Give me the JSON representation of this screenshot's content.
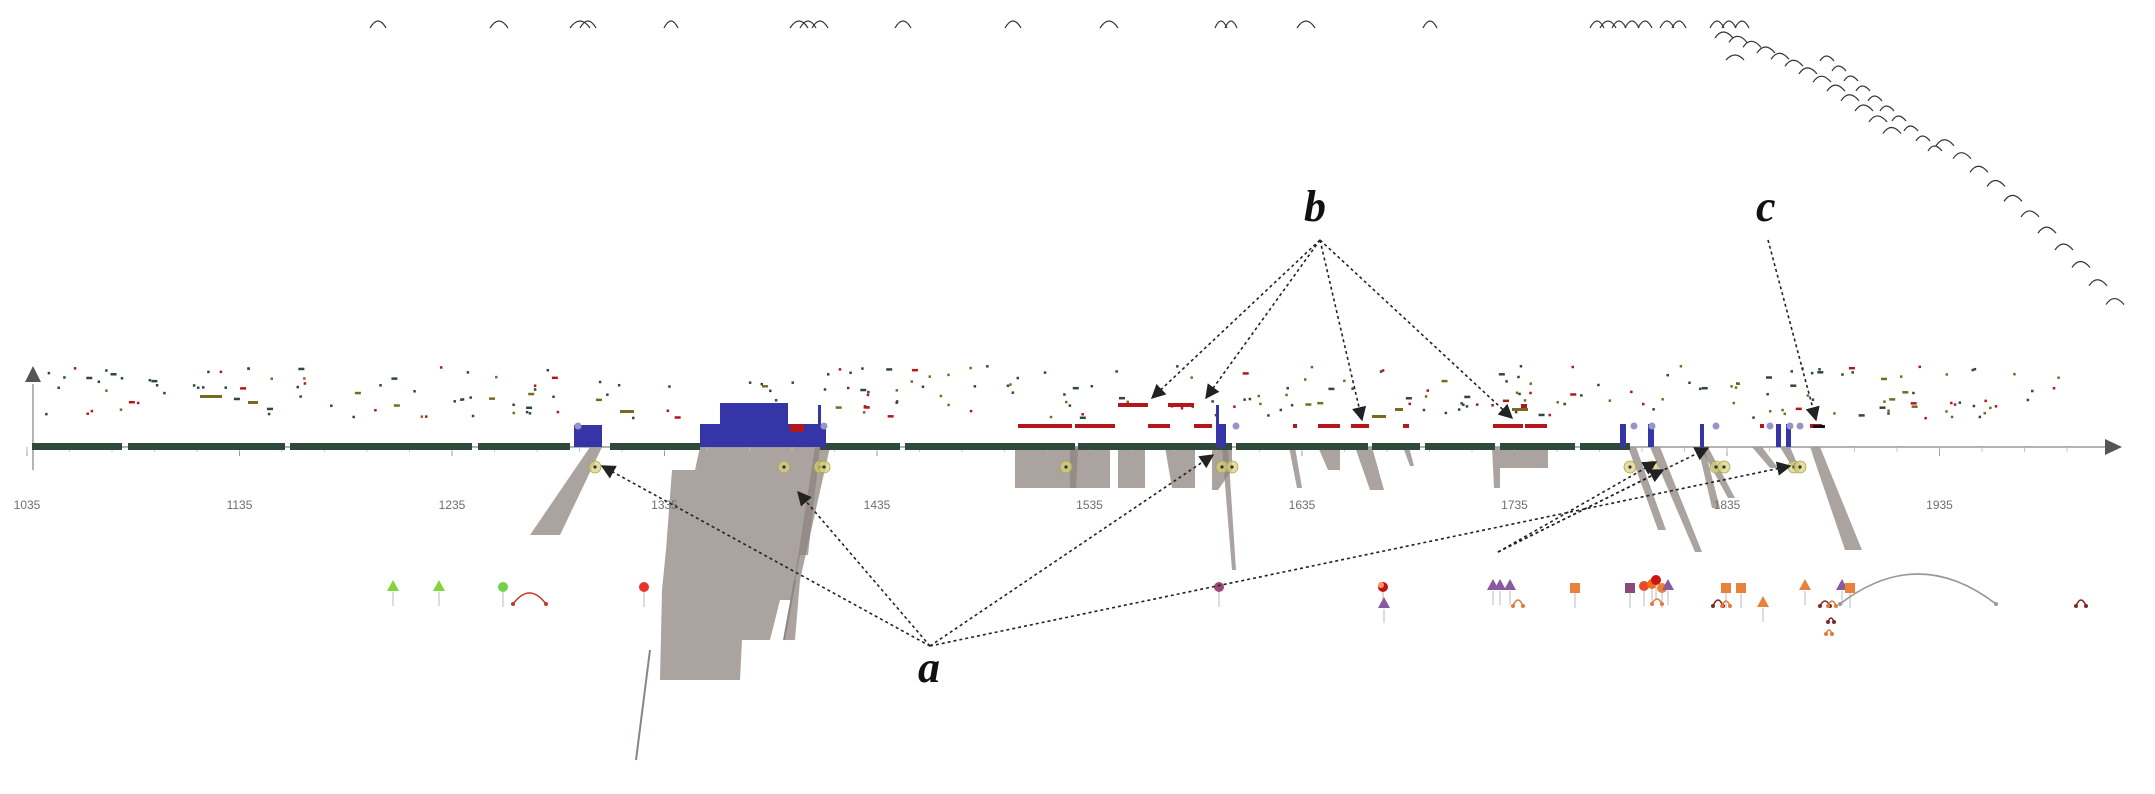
{
  "axis": {
    "ticks": [
      "1035",
      "1135",
      "1235",
      "1335",
      "1435",
      "1535",
      "1635",
      "1735",
      "1835",
      "1935"
    ],
    "start_value": 1035,
    "step": 100
  },
  "callouts": {
    "a": "a",
    "b": "b",
    "c": "c"
  },
  "colors": {
    "backbone": "#2f4a3a",
    "domain": "#3535a8",
    "red_feature": "#b3161b",
    "shadow": "#8e847f",
    "arrow": "#222222"
  }
}
